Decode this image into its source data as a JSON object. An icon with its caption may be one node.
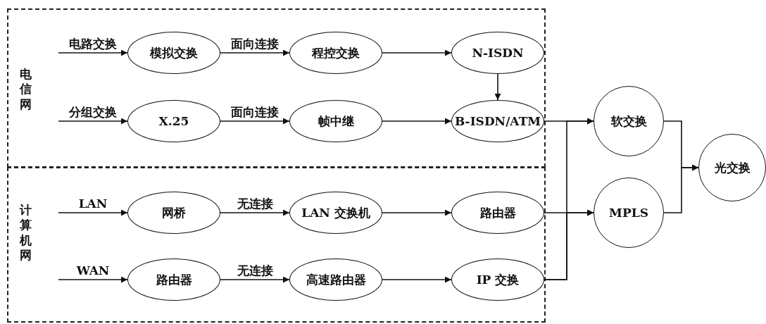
{
  "diagram": {
    "nodes": [
      {
        "text": [
          "电信网"
        ]
      },
      {
        "text": [
          "模拟交换"
        ],
        "in": 0
      },
      {
        "text": [
          "程控交换"
        ],
        "in": 0
      },
      {
        "text": [
          "N-ISDN"
        ],
        "in": 0
      },
      {
        "text": [
          "X.25"
        ],
        "in": 0
      },
      {
        "text": [
          "帧中继"
        ],
        "in": 0
      },
      {
        "text": [
          "B-ISDN/ATM"
        ],
        "in": 0
      },
      {
        "text": [
          "计算机网"
        ]
      },
      {
        "text": [
          "网桥"
        ],
        "in": 7
      },
      {
        "text": [
          "LAN 交换机"
        ],
        "in": 7
      },
      {
        "text": [
          "路由器"
        ],
        "in": 7
      },
      {
        "text": [
          "路由器"
        ],
        "in": 7
      },
      {
        "text": [
          "高速路由器"
        ],
        "in": 7
      },
      {
        "text": [
          "IP 交换"
        ],
        "in": 7
      },
      {
        "text": [
          "软交换"
        ]
      },
      {
        "text": [
          "MPLS"
        ]
      },
      {
        "text": [
          "光交换"
        ]
      }
    ],
    "edges": [
      {
        "from": null,
        "to": 1,
        "arrow": "to",
        "label": "电路交换"
      },
      {
        "from": 1,
        "to": 2,
        "arrow": "to",
        "label": "面向连接"
      },
      {
        "from": 2,
        "to": 3,
        "arrow": "to"
      },
      {
        "from": null,
        "to": 4,
        "arrow": "to",
        "label": "分组交换"
      },
      {
        "from": 4,
        "to": 5,
        "arrow": "to",
        "label": "面向连接"
      },
      {
        "from": 5,
        "to": 6,
        "arrow": "to"
      },
      {
        "from": 3,
        "to": 6,
        "arrow": "to"
      },
      {
        "from": null,
        "to": 8,
        "arrow": "to",
        "label": "LAN"
      },
      {
        "from": 8,
        "to": 9,
        "arrow": "to",
        "label": "无连接"
      },
      {
        "from": 9,
        "to": 10,
        "arrow": "to"
      },
      {
        "from": null,
        "to": 11,
        "arrow": "to",
        "label": "WAN"
      },
      {
        "from": 11,
        "to": 12,
        "arrow": "to",
        "label": "无连接"
      },
      {
        "from": 12,
        "to": 13,
        "arrow": "to"
      },
      {
        "from": 6,
        "to": 14,
        "arrow": "to"
      },
      {
        "from": 10,
        "to": 15,
        "arrow": "to"
      },
      {
        "from": 13,
        "to": 14,
        "arrow": "to"
      },
      {
        "from": 13,
        "to": 15,
        "arrow": "to"
      },
      {
        "from": 14,
        "to": 16,
        "arrow": "to"
      },
      {
        "from": 15,
        "to": 16,
        "arrow": "to"
      }
    ]
  }
}
